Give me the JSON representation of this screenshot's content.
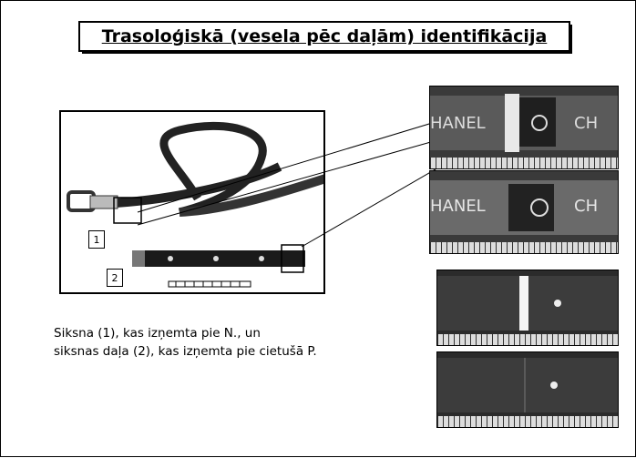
{
  "title": "Trasoloģiskā (vesela pēc daļām) identifikācija",
  "labels": {
    "belt_1": "1",
    "belt_2": "2"
  },
  "caption": {
    "line1": "Siksna (1), kas izņemta pie N., un",
    "line2": "siksnas daļa (2), kas izņemta pie cietušā P."
  },
  "photo_text": {
    "brand": "CHANEL",
    "brand_left": "HANEL",
    "brand_right": "CH"
  },
  "colors": {
    "ink": "#000000",
    "paper": "#ffffff",
    "photo_dark": "#2b2b2b",
    "strap_light": "#dcdcdc"
  }
}
